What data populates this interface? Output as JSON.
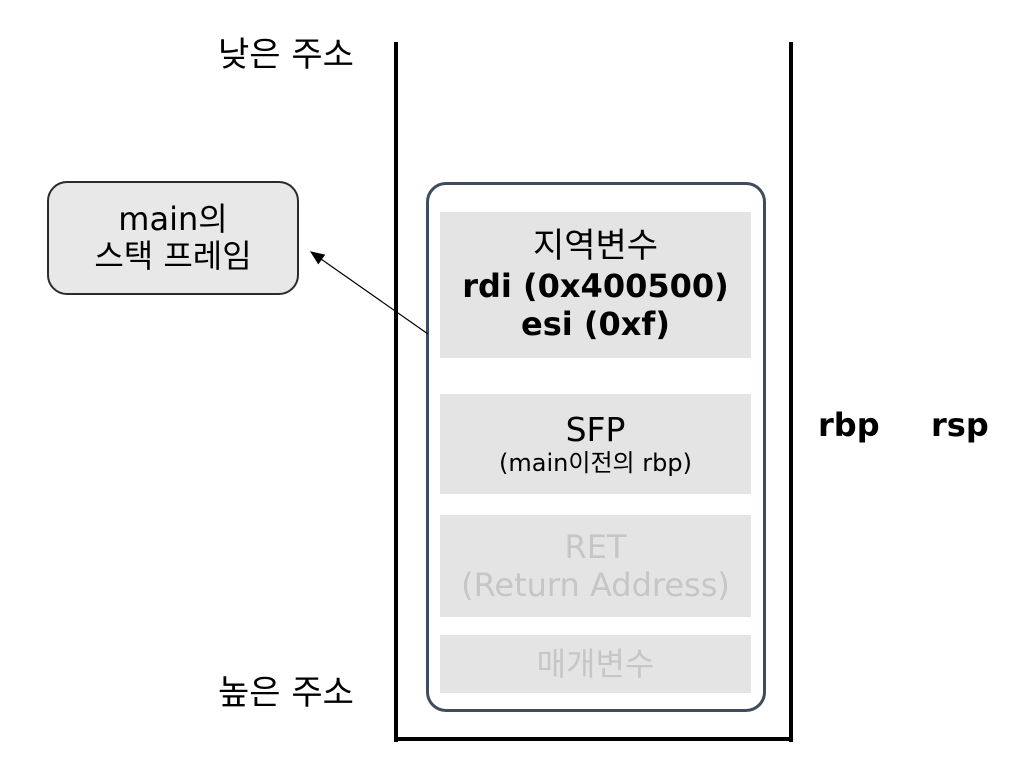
{
  "labels": {
    "low_address": "낮은 주소",
    "high_address": "높은 주소"
  },
  "callout": {
    "line1": "main의",
    "line2": "스택 프레임"
  },
  "stack": {
    "locals": {
      "title": "지역변수",
      "rdi": "rdi (0x400500)",
      "esi": "esi (0xf)"
    },
    "sfp": {
      "title": "SFP",
      "subtitle": "(main이전의 rbp)"
    },
    "ret": {
      "title": "RET",
      "subtitle": "(Return Address)"
    },
    "args": {
      "title": "매개변수"
    }
  },
  "registers": {
    "rbp": "rbp",
    "rsp": "rsp"
  },
  "colors": {
    "frame_border": "#3d4c5e",
    "slot_fill": "#e4e4e4",
    "faded_text": "#c6c6c6",
    "callout_fill": "#e8e8e8"
  }
}
